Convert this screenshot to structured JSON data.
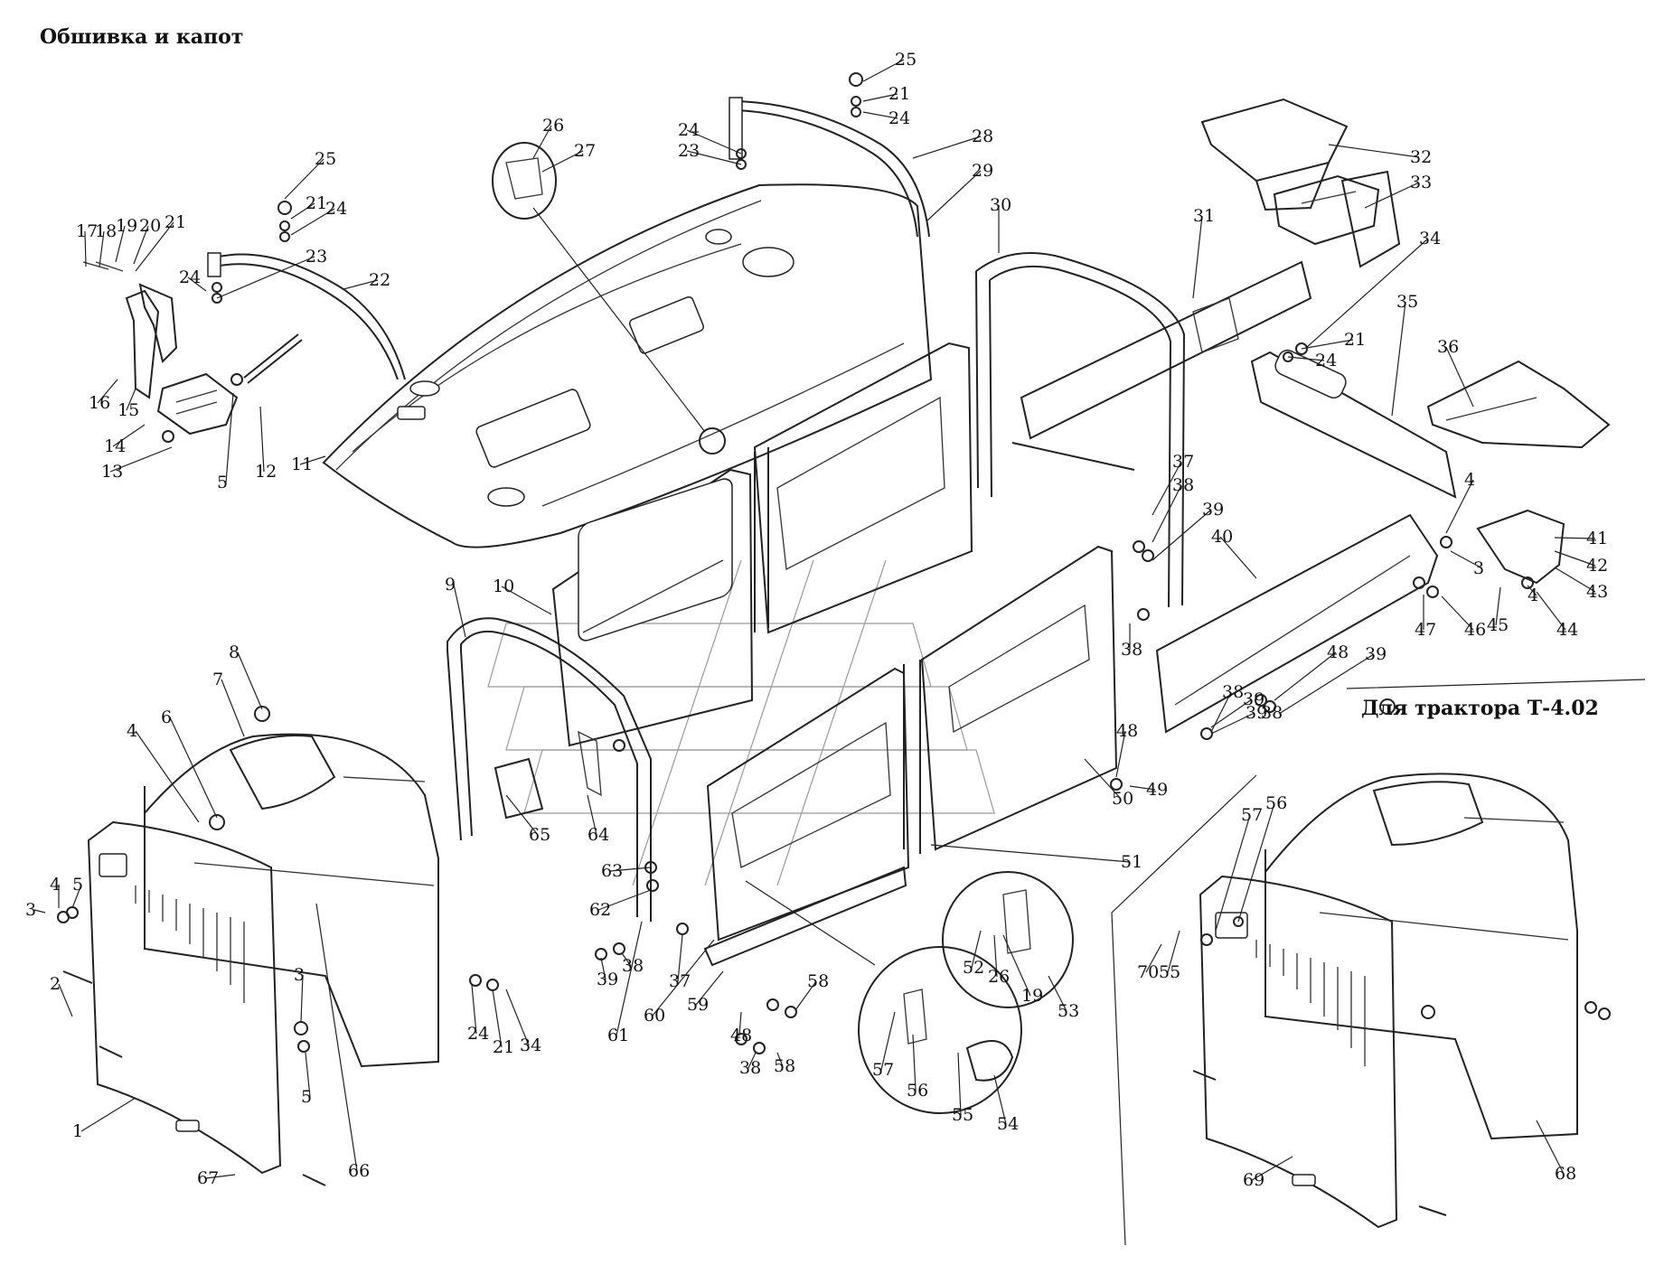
{
  "title": "Обшивка и капот",
  "variant_label": "Для трактора Т-4.02",
  "callouts": [
    {
      "id": "c1",
      "text": "1"
    },
    {
      "id": "c2",
      "text": "2"
    },
    {
      "id": "c3a",
      "text": "3"
    },
    {
      "id": "c4a",
      "text": "4"
    },
    {
      "id": "c5a",
      "text": "5"
    },
    {
      "id": "c6",
      "text": "6"
    },
    {
      "id": "c7",
      "text": "7"
    },
    {
      "id": "c8",
      "text": "8"
    },
    {
      "id": "c4b",
      "text": "4"
    },
    {
      "id": "c3b",
      "text": "3"
    },
    {
      "id": "c5b",
      "text": "5"
    },
    {
      "id": "c9",
      "text": "9"
    },
    {
      "id": "c10",
      "text": "10"
    },
    {
      "id": "c11",
      "text": "11"
    },
    {
      "id": "c12",
      "text": "12"
    },
    {
      "id": "c13",
      "text": "13"
    },
    {
      "id": "c14",
      "text": "14"
    },
    {
      "id": "c15",
      "text": "15"
    },
    {
      "id": "c16",
      "text": "16"
    },
    {
      "id": "c17",
      "text": "17"
    },
    {
      "id": "c18",
      "text": "18"
    },
    {
      "id": "c19a",
      "text": "19"
    },
    {
      "id": "c20",
      "text": "20"
    },
    {
      "id": "c21a",
      "text": "21"
    },
    {
      "id": "c24a",
      "text": "24"
    },
    {
      "id": "c5c",
      "text": "5"
    },
    {
      "id": "c25a",
      "text": "25"
    },
    {
      "id": "c21b",
      "text": "21"
    },
    {
      "id": "c24b",
      "text": "24"
    },
    {
      "id": "c23a",
      "text": "23"
    },
    {
      "id": "c22",
      "text": "22"
    },
    {
      "id": "c26a",
      "text": "26"
    },
    {
      "id": "c27",
      "text": "27"
    },
    {
      "id": "c24c",
      "text": "24"
    },
    {
      "id": "c23b",
      "text": "23"
    },
    {
      "id": "c25b",
      "text": "25"
    },
    {
      "id": "c21c",
      "text": "21"
    },
    {
      "id": "c24d",
      "text": "24"
    },
    {
      "id": "c28",
      "text": "28"
    },
    {
      "id": "c29",
      "text": "29"
    },
    {
      "id": "c30",
      "text": "30"
    },
    {
      "id": "c31",
      "text": "31"
    },
    {
      "id": "c32",
      "text": "32"
    },
    {
      "id": "c33",
      "text": "33"
    },
    {
      "id": "c34a",
      "text": "34"
    },
    {
      "id": "c21d",
      "text": "21"
    },
    {
      "id": "c24e",
      "text": "24"
    },
    {
      "id": "c35",
      "text": "35"
    },
    {
      "id": "c36",
      "text": "36"
    },
    {
      "id": "c37a",
      "text": "37"
    },
    {
      "id": "c38a",
      "text": "38"
    },
    {
      "id": "c39a",
      "text": "39"
    },
    {
      "id": "c40",
      "text": "40"
    },
    {
      "id": "c4c",
      "text": "4"
    },
    {
      "id": "c3c",
      "text": "3"
    },
    {
      "id": "c41",
      "text": "41"
    },
    {
      "id": "c42",
      "text": "42"
    },
    {
      "id": "c43",
      "text": "43"
    },
    {
      "id": "c4d",
      "text": "4"
    },
    {
      "id": "c45",
      "text": "45"
    },
    {
      "id": "c44",
      "text": "44"
    },
    {
      "id": "c47",
      "text": "47"
    },
    {
      "id": "c46",
      "text": "46"
    },
    {
      "id": "c38b",
      "text": "38"
    },
    {
      "id": "c48a",
      "text": "48"
    },
    {
      "id": "c39b",
      "text": "39"
    },
    {
      "id": "c38c",
      "text": "38"
    },
    {
      "id": "c39c",
      "text": "39"
    },
    {
      "id": "c38d",
      "text": "38"
    },
    {
      "id": "c39d",
      "text": "39"
    },
    {
      "id": "c38e",
      "text": "38"
    },
    {
      "id": "c48b",
      "text": "48"
    },
    {
      "id": "c49",
      "text": "49"
    },
    {
      "id": "c50",
      "text": "50"
    },
    {
      "id": "c51",
      "text": "51"
    },
    {
      "id": "c65",
      "text": "65"
    },
    {
      "id": "c64",
      "text": "64"
    },
    {
      "id": "c63",
      "text": "63"
    },
    {
      "id": "c62",
      "text": "62"
    },
    {
      "id": "c39e",
      "text": "39"
    },
    {
      "id": "c38f",
      "text": "38"
    },
    {
      "id": "c37b",
      "text": "37"
    },
    {
      "id": "c61",
      "text": "61"
    },
    {
      "id": "c60",
      "text": "60"
    },
    {
      "id": "c59",
      "text": "59"
    },
    {
      "id": "c48c",
      "text": "48"
    },
    {
      "id": "c38g",
      "text": "38"
    },
    {
      "id": "c58a",
      "text": "58"
    },
    {
      "id": "c58b",
      "text": "58"
    },
    {
      "id": "c57a",
      "text": "57"
    },
    {
      "id": "c56a",
      "text": "56"
    },
    {
      "id": "c55a",
      "text": "55"
    },
    {
      "id": "c54",
      "text": "54"
    },
    {
      "id": "c52",
      "text": "52"
    },
    {
      "id": "c26b",
      "text": "26"
    },
    {
      "id": "c19b",
      "text": "19"
    },
    {
      "id": "c53",
      "text": "53"
    },
    {
      "id": "c24f",
      "text": "24"
    },
    {
      "id": "c21e",
      "text": "21"
    },
    {
      "id": "c34b",
      "text": "34"
    },
    {
      "id": "c66",
      "text": "66"
    },
    {
      "id": "c67",
      "text": "67"
    },
    {
      "id": "c57b",
      "text": "57"
    },
    {
      "id": "c56b",
      "text": "56"
    },
    {
      "id": "c70",
      "text": "70"
    },
    {
      "id": "c55b",
      "text": "55"
    },
    {
      "id": "c69",
      "text": "69"
    },
    {
      "id": "c68",
      "text": "68"
    }
  ]
}
